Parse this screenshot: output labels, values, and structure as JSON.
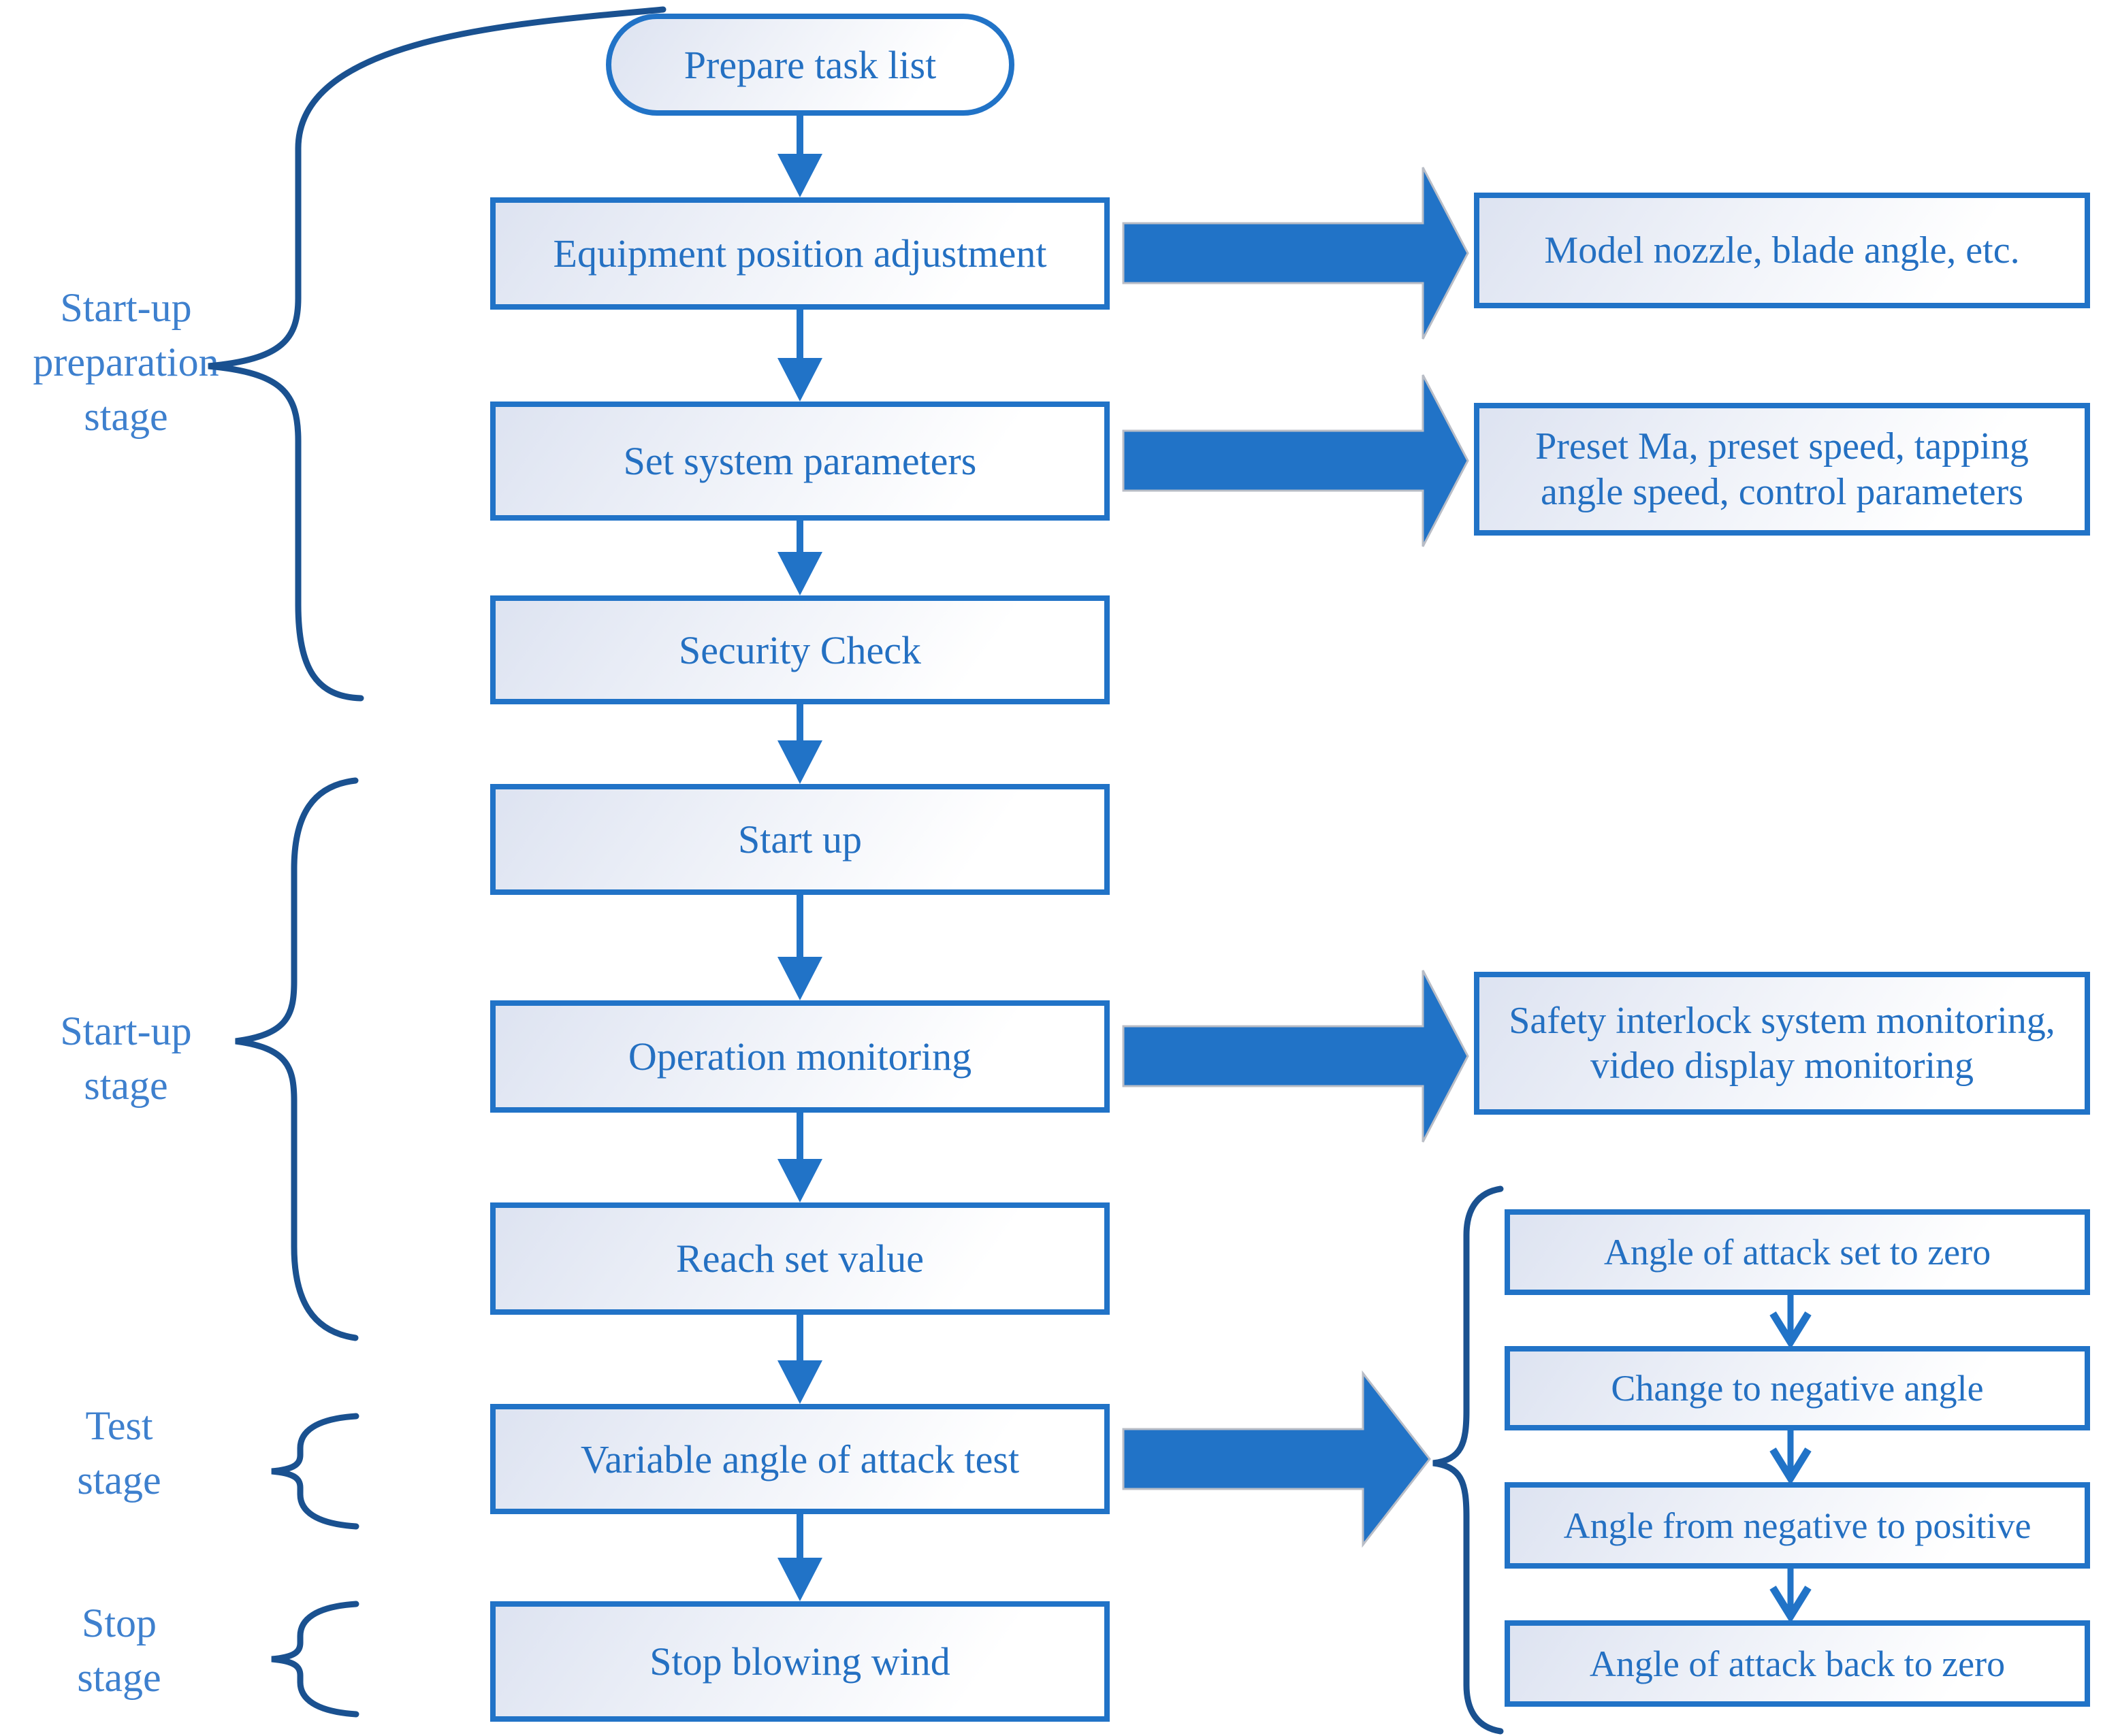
{
  "stages": [
    {
      "lines": [
        "Start-up",
        "preparation",
        "stage"
      ]
    },
    {
      "lines": [
        "Start-up",
        "stage"
      ]
    },
    {
      "lines": [
        "Test",
        "stage"
      ]
    },
    {
      "lines": [
        "Stop",
        "stage"
      ]
    }
  ],
  "flow": {
    "start": "Prepare task list",
    "steps": [
      "Equipment position adjustment",
      "Set system parameters",
      "Security Check",
      "Start up",
      "Operation monitoring",
      "Reach set value",
      "Variable angle of attack test",
      "Stop blowing wind"
    ]
  },
  "annotations": [
    "Model nozzle, blade angle, etc.",
    "Preset Ma, preset speed, tapping angle speed, control parameters",
    "Safety interlock system monitoring, video display monitoring"
  ],
  "sub_steps": [
    "Angle of attack set to zero",
    "Change to negative angle",
    "Angle from negative to positive",
    "Angle of attack back to zero"
  ],
  "colors": {
    "accent": "#2173C7",
    "node_text": "#2470C2",
    "stage_label": "#3E80CE",
    "brace": "#1A5190",
    "node_fill_top": "#DDE3F1",
    "arrow_outline": "#B9BDC6"
  }
}
